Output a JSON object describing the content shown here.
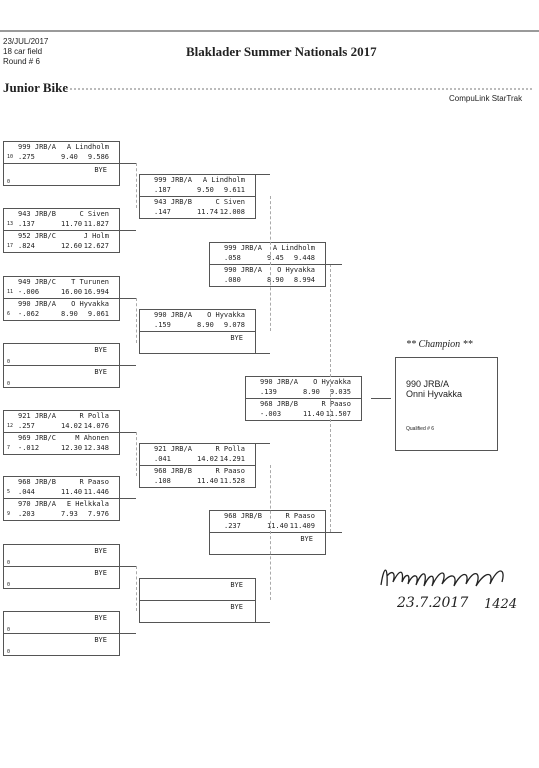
{
  "header": {
    "date": "23/JUL/2017",
    "field": "18 car field",
    "round": "Round # 6",
    "title": "Blaklader Summer Nationals 2017",
    "category": "Junior Bike",
    "system": "CompuLink StarTrak"
  },
  "round1": [
    {
      "a": {
        "id": "999 JRB/A",
        "name": "A Lindholm",
        "seed": "10",
        "rt": ".275",
        "dial": "9.40",
        "et": "9.586"
      },
      "b": {
        "bye": "BYE",
        "seed": "0"
      }
    },
    {
      "a": {
        "id": "943 JRB/B",
        "name": "C Siven",
        "seed": "13",
        "rt": ".137",
        "dial": "11.70",
        "et": "11.827"
      },
      "b": {
        "id": "952 JRB/C",
        "name": "J Holm",
        "seed": "17",
        "rt": ".824",
        "dial": "12.60",
        "et": "12.627"
      }
    },
    {
      "a": {
        "id": "949 JRB/C",
        "name": "T Turunen",
        "seed": "11",
        "rt": "-.006",
        "dial": "16.00",
        "et": "16.994"
      },
      "b": {
        "id": "990 JRB/A",
        "name": "O Hyvakka",
        "seed": "6",
        "rt": "-.062",
        "dial": "8.90",
        "et": "9.061"
      }
    },
    {
      "a": {
        "bye": "BYE",
        "seed": "0"
      },
      "b": {
        "bye": "BYE",
        "seed": "0"
      }
    },
    {
      "a": {
        "id": "921 JRB/A",
        "name": "R Polla",
        "seed": "12",
        "rt": ".257",
        "dial": "14.02",
        "et": "14.076"
      },
      "b": {
        "id": "969 JRB/C",
        "name": "M Ahonen",
        "seed": "7",
        "rt": "-.012",
        "dial": "12.30",
        "et": "12.348"
      }
    },
    {
      "a": {
        "id": "968 JRB/B",
        "name": "R Paaso",
        "seed": "5",
        "rt": ".044",
        "dial": "11.40",
        "et": "11.446"
      },
      "b": {
        "id": "970 JRB/A",
        "name": "E Helkkala",
        "seed": "9",
        "rt": ".203",
        "dial": "7.93",
        "et": "7.976"
      }
    },
    {
      "a": {
        "bye": "BYE",
        "seed": "0"
      },
      "b": {
        "bye": "BYE",
        "seed": "0"
      }
    },
    {
      "a": {
        "bye": "BYE",
        "seed": "0"
      },
      "b": {
        "bye": "BYE",
        "seed": "0"
      }
    }
  ],
  "round2": [
    {
      "a": {
        "id": "999 JRB/A",
        "name": "A Lindholm",
        "rt": ".187",
        "dial": "9.50",
        "et": "9.611"
      },
      "b": {
        "id": "943 JRB/B",
        "name": "C Siven",
        "rt": ".147",
        "dial": "11.74",
        "et": "12.008"
      }
    },
    {
      "a": {
        "id": "990 JRB/A",
        "name": "O Hyvakka",
        "rt": ".159",
        "dial": "8.90",
        "et": "9.078"
      },
      "b": {
        "bye": "BYE"
      }
    },
    {
      "a": {
        "id": "921 JRB/A",
        "name": "R Polla",
        "rt": ".041",
        "dial": "14.02",
        "et": "14.291"
      },
      "b": {
        "id": "968 JRB/B",
        "name": "R Paaso",
        "rt": ".108",
        "dial": "11.40",
        "et": "11.528"
      }
    },
    {
      "a": {
        "bye": "BYE"
      },
      "b": {
        "bye": "BYE"
      }
    }
  ],
  "round3": [
    {
      "a": {
        "id": "999 JRB/A",
        "name": "A Lindholm",
        "rt": ".058",
        "dial": "9.45",
        "et": "9.448"
      },
      "b": {
        "id": "990 JRB/A",
        "name": "O Hyvakka",
        "rt": ".080",
        "dial": "8.90",
        "et": "8.994"
      }
    },
    {
      "a": {
        "id": "968 JRB/B",
        "name": "R Paaso",
        "rt": ".237",
        "dial": "11.40",
        "et": "11.409"
      },
      "b": {
        "bye": "BYE"
      }
    }
  ],
  "final": {
    "a": {
      "id": "990 JRB/A",
      "name": "O Hyvakka",
      "rt": ".139",
      "dial": "8.90",
      "et": "9.035"
    },
    "b": {
      "id": "968 JRB/B",
      "name": "R Paaso",
      "rt": "-.003",
      "dial": "11.40",
      "et": "11.507"
    }
  },
  "champion": {
    "heading": "** Champion **",
    "id": "990 JRB/A",
    "name": "Onni Hyvakka",
    "qualified": "Qualified # 6"
  },
  "signature": {
    "date": "23.7.2017",
    "time": "1424"
  }
}
